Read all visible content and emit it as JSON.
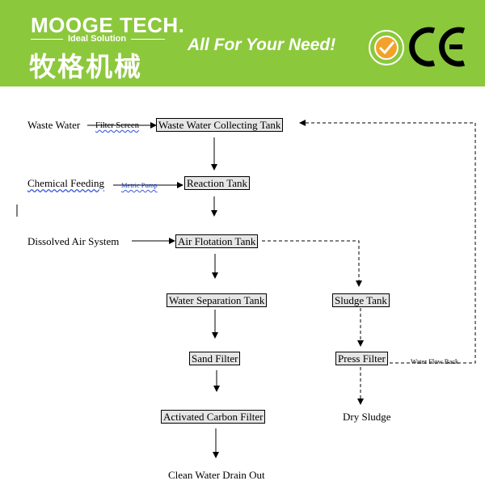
{
  "header": {
    "brand": "MOOGE TECH.",
    "brand_tagline": "Ideal Solution",
    "brand_chinese": "牧格机械",
    "slogan": "All For Your Need!",
    "ce_mark": "CE",
    "banner_color": "#8cc83c"
  },
  "flow": {
    "inputs": {
      "waste_water": "Waste Water",
      "filter_screen": "Filter Screen",
      "chemical_feeding": "Chemical Feeding",
      "metric_pump": "Metric Pump",
      "dissolved_air": "Dissolved Air System"
    },
    "tanks": {
      "collecting": "Waste Water Collecting Tank",
      "reaction": "Reaction Tank",
      "flotation": "Air Flotation Tank",
      "separation": "Water Separation Tank",
      "sand_filter": "Sand Filter",
      "carbon_filter": "Activated Carbon Filter",
      "sludge_tank": "Sludge Tank",
      "press_filter": "Press Filter"
    },
    "outputs": {
      "clean_water": "Clean Water Drain Out",
      "dry_sludge": "Dry Sludge"
    },
    "water_flow_back": "Water Flow Back"
  }
}
